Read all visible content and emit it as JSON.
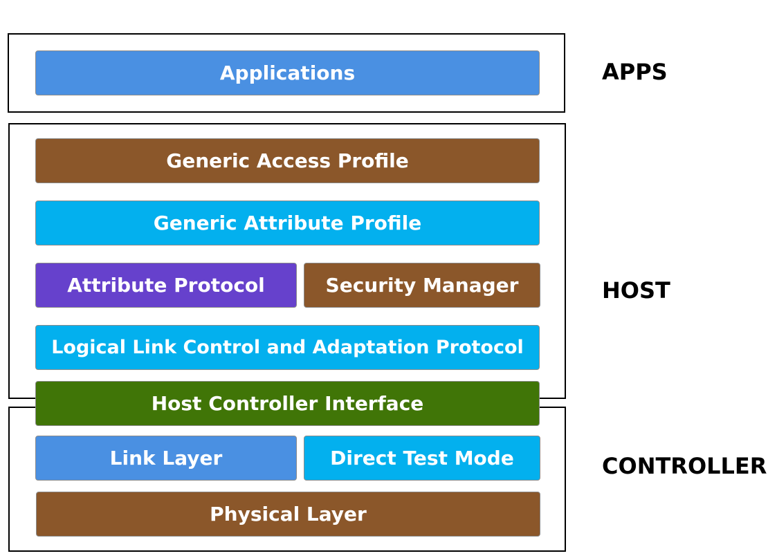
{
  "sections": {
    "apps": "APPS",
    "host": "HOST",
    "controller": "CONTROLLER"
  },
  "blocks": {
    "applications": "Applications",
    "gap": "Generic Access Profile",
    "gatt": "Generic Attribute Profile",
    "att": "Attribute Protocol",
    "sm": "Security Manager",
    "l2cap": "Logical Link Control and Adaptation Protocol",
    "hci": "Host Controller Interface",
    "ll": "Link Layer",
    "dtm": "Direct Test Mode",
    "phy": "Physical Layer"
  },
  "colors": {
    "blue": "#4a90e2",
    "brown": "#8b572a",
    "cyan": "#03b0ee",
    "purple": "#6641cc",
    "green": "#407507"
  }
}
